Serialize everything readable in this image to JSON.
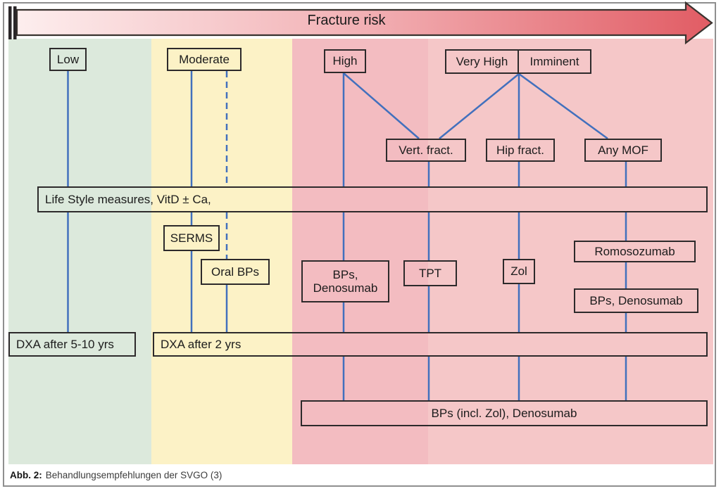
{
  "arrow": {
    "label": "Fracture risk"
  },
  "risk_levels": {
    "low": "Low",
    "moderate": "Moderate",
    "high": "High",
    "very_high": "Very High",
    "imminent": "Imminent"
  },
  "fracture_types": {
    "vertebral": "Vert. fract.",
    "hip": "Hip fract.",
    "any_mof": "Any MOF"
  },
  "treatments": {
    "lifestyle": "Life Style measures, VitD ± Ca,",
    "serms": "SERMS",
    "oral_bps": "Oral BPs",
    "bps_denosumab": {
      "line1": "BPs,",
      "line2": "Denosumab"
    },
    "tpt": "TPT",
    "zol": "Zol",
    "romosozumab": "Romosozumab",
    "bps_denosumab_2": "BPs, Denosumab",
    "long_term": "BPs (incl. Zol), Denosumab"
  },
  "followup": {
    "low_risk": "DXA after 5-10 yrs",
    "moderate_risk": "DXA after 2 yrs"
  },
  "caption": {
    "label": "Abb. 2:",
    "text": "Behandlungsempfehlungen der SVGO (3)"
  },
  "colors": {
    "zone_low": "#dce9dc",
    "zone_moderate": "#fcf2c6",
    "zone_high": "#f3bcc1",
    "zone_very_high": "#f5c7c8",
    "connector_blue": "#4270bd",
    "arrow_gradient_start": "#fdeeee",
    "arrow_gradient_end": "#e15c64",
    "box_border": "#2d2a2b"
  }
}
